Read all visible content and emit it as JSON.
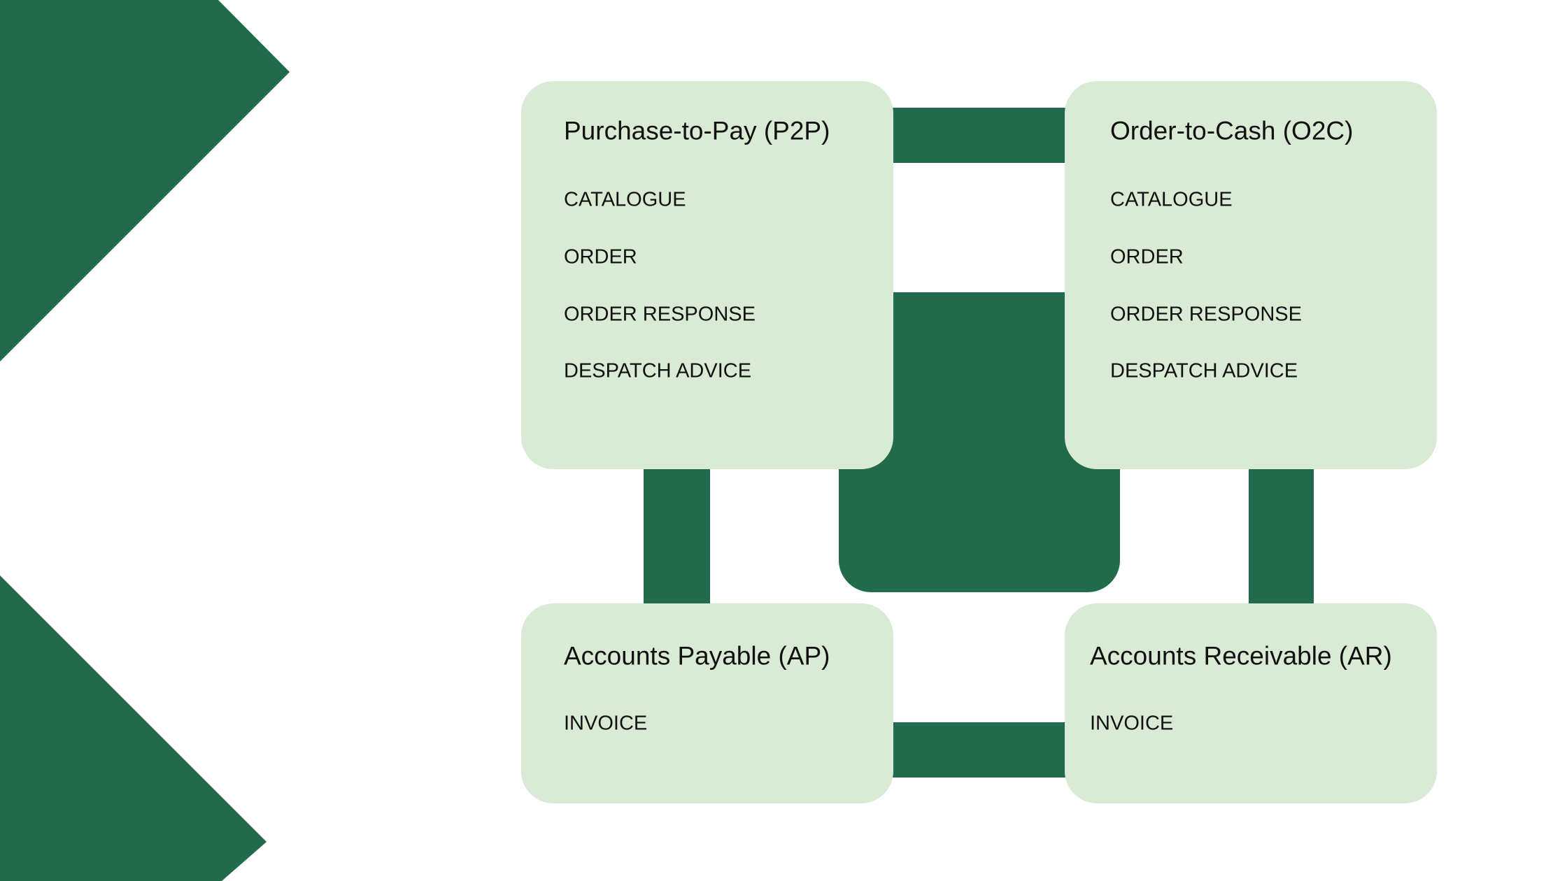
{
  "colors": {
    "accent": "#226a4c",
    "card": "#d9ead5"
  },
  "p2p": {
    "title": "Purchase-to-Pay (P2P)",
    "items": [
      "CATALOGUE",
      "ORDER",
      "ORDER RESPONSE",
      "DESPATCH ADVICE"
    ]
  },
  "o2c": {
    "title": "Order-to-Cash (O2C)",
    "items": [
      "CATALOGUE",
      "ORDER",
      "ORDER RESPONSE",
      "DESPATCH ADVICE"
    ]
  },
  "ap": {
    "title": "Accounts Payable (AP)",
    "items": [
      "INVOICE"
    ]
  },
  "ar": {
    "title": "Accounts Receivable (AR)",
    "items": [
      "INVOICE"
    ]
  }
}
